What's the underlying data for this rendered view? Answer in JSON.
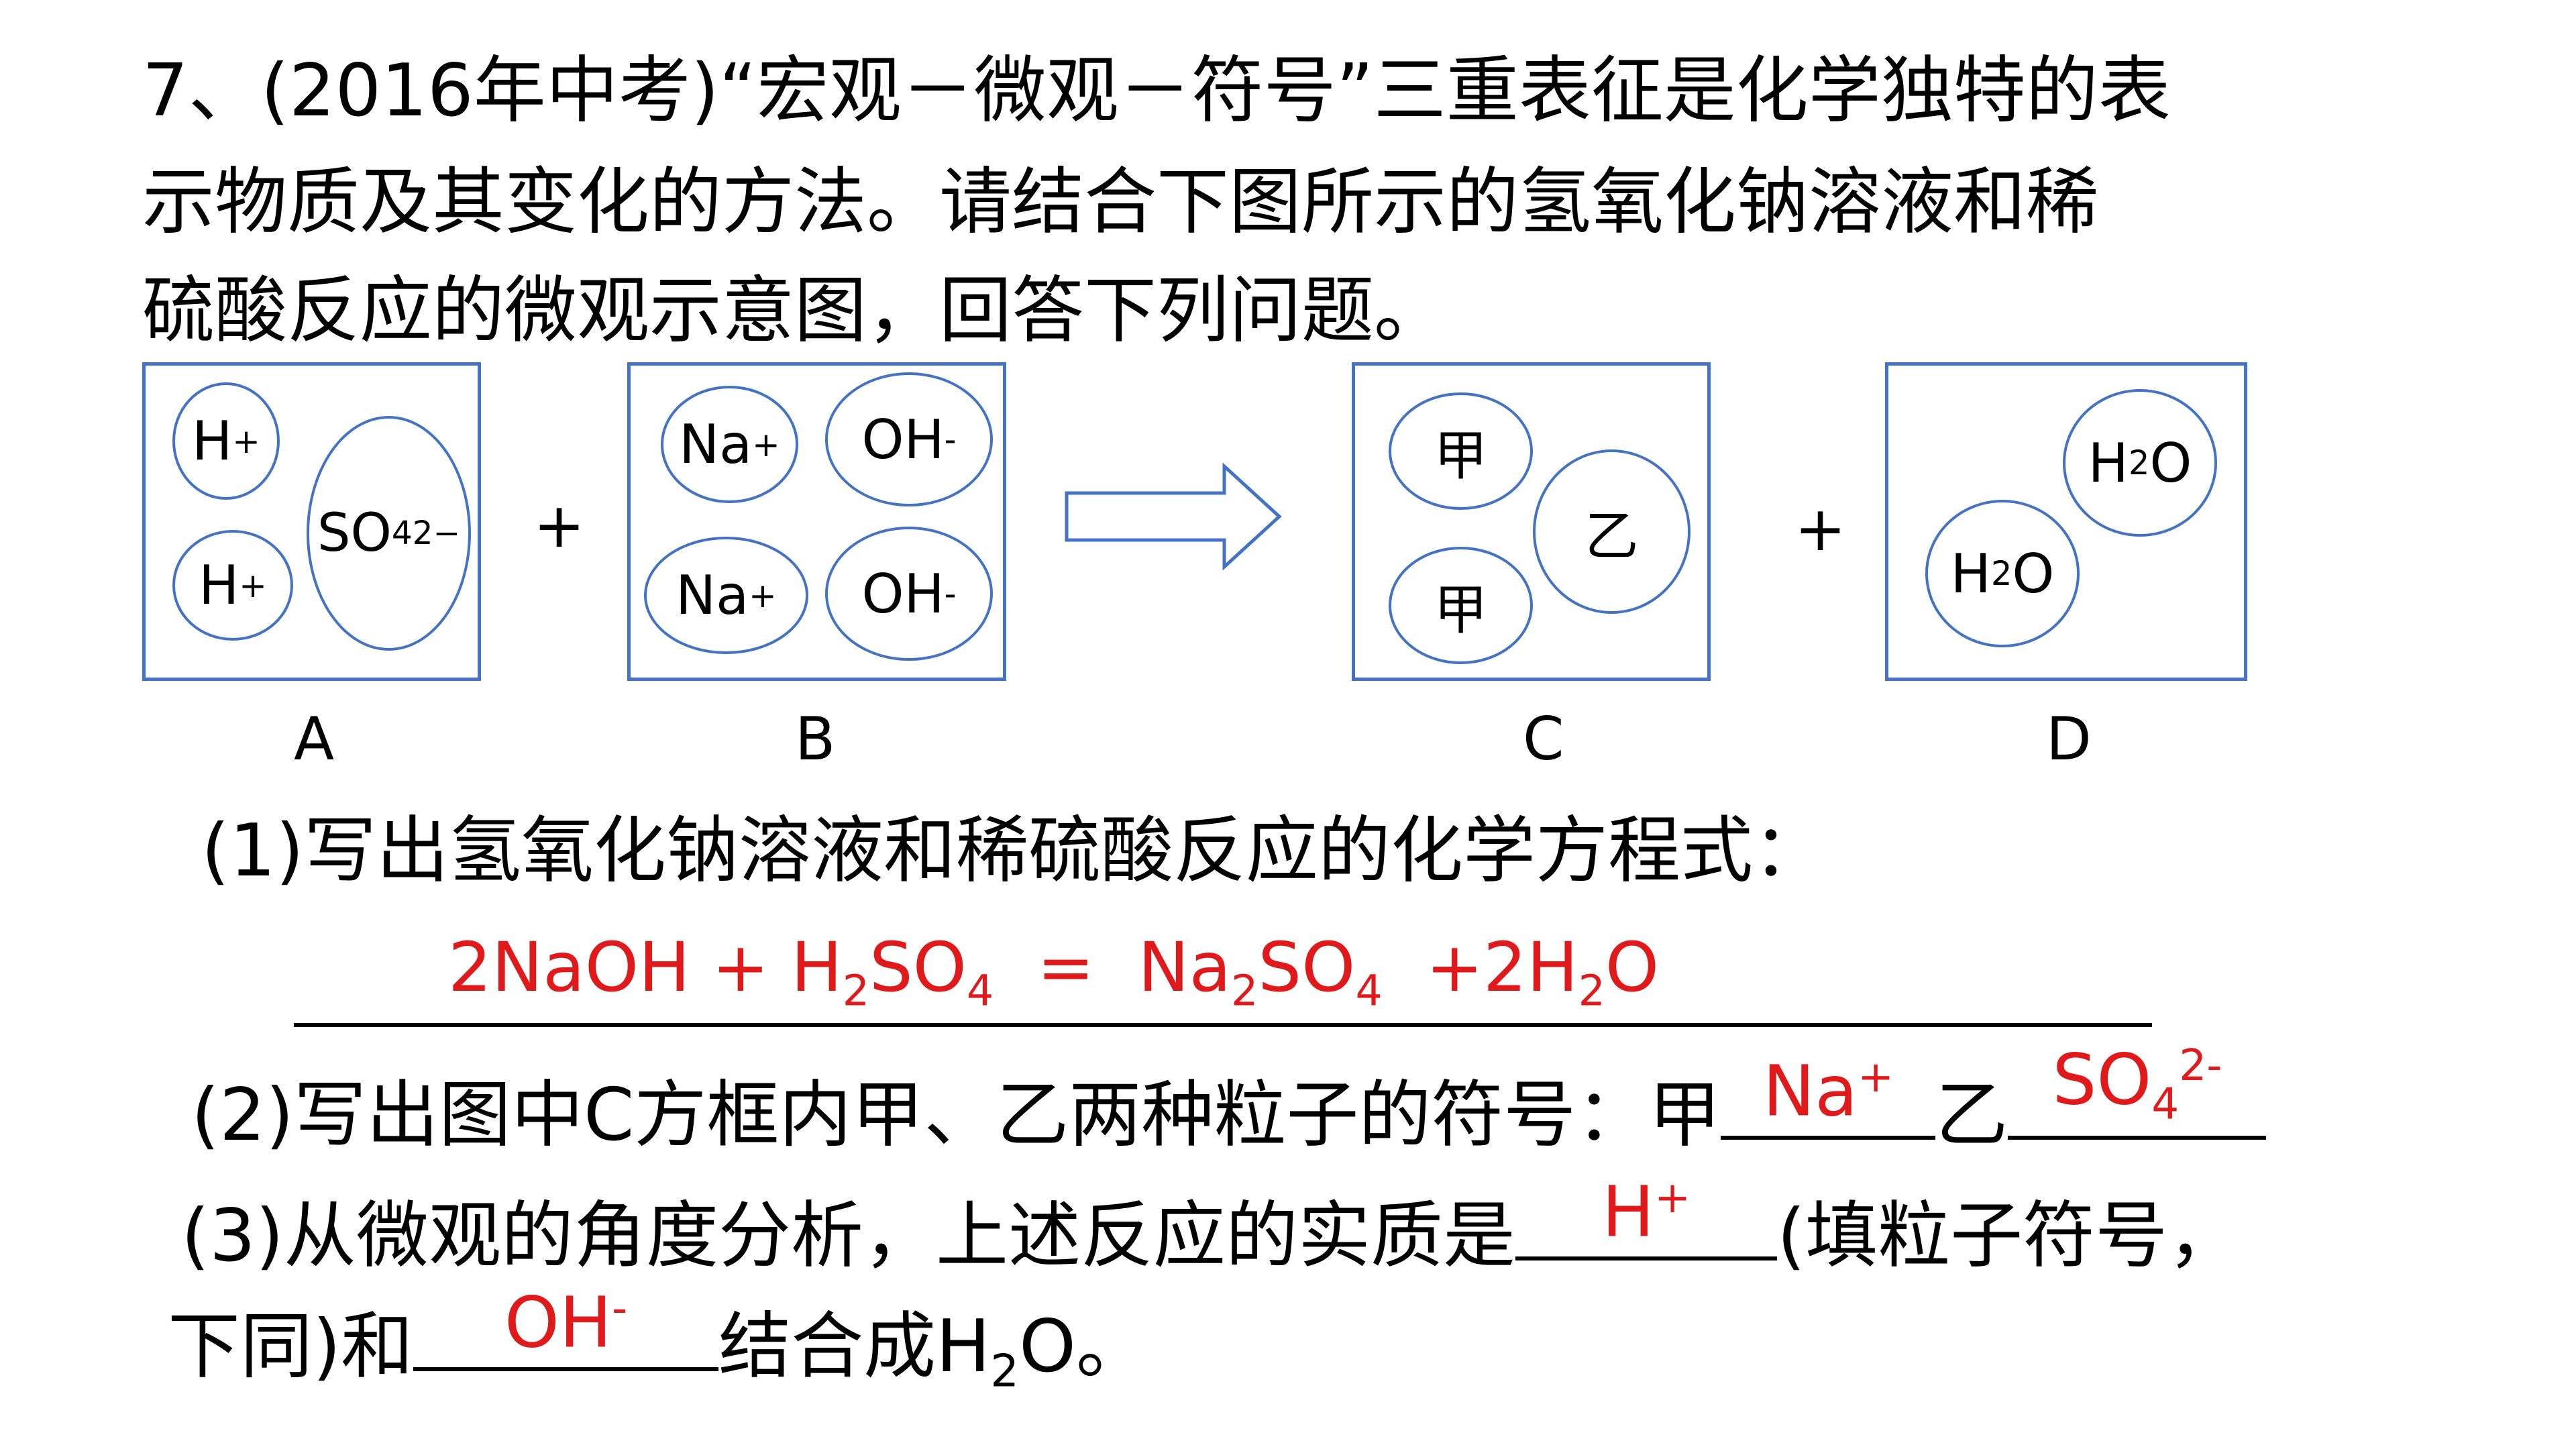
{
  "question": {
    "line1": "7、(2016年中考)“宏观－微观－符号”三重表征是化学独特的表",
    "line2": "示物质及其变化的方法。请结合下图所示的氢氧化钠溶液和稀",
    "line3": "硫酸反应的微观示意图，回答下列问题。"
  },
  "diagram": {
    "box_labels": [
      "A",
      "B",
      "C",
      "D"
    ],
    "plus": "+",
    "A": {
      "h": "H",
      "h_charge": "+",
      "so4_base": "SO",
      "so4_sub": "4",
      "so4_charge": "2−"
    },
    "B": {
      "na": "Na",
      "na_charge": "+",
      "oh": "OH",
      "oh_charge": "-"
    },
    "C": {
      "jia": "甲",
      "yi": "乙"
    },
    "D": {
      "h2o_h": "H",
      "h2o_sub": "2",
      "h2o_o": "O"
    }
  },
  "q1": {
    "prompt": "(1)写出氢氧化钠溶液和稀硫酸反应的化学方程式：",
    "answer": {
      "p1": "2NaOH + H",
      "s1": "2",
      "p2": "SO",
      "s2": "4",
      "p3": "  =  Na",
      "s3": "2",
      "p4": "SO",
      "s4": "4",
      "p5": "  +2H",
      "s5": "2",
      "p6": "O"
    }
  },
  "q2": {
    "prompt": "(2)写出图中C方框内甲、乙两种粒子的符号：甲",
    "mid": "乙",
    "ans1": {
      "base": "Na",
      "charge": "+"
    },
    "ans2": {
      "base": "SO",
      "sub": "4",
      "charge": "2-"
    }
  },
  "q3": {
    "prompt": "(3)从微观的角度分析，上述反应的实质是",
    "tail": "(填粒子符号，",
    "line2_start": "下同)和",
    "line2_end_a": "结合成H",
    "line2_end_sub": "2",
    "line2_end_b": "O。",
    "ans1": {
      "base": "H",
      "charge": "+"
    },
    "ans2": {
      "base": "OH",
      "charge": "-"
    }
  },
  "colors": {
    "box_border": "#4472c4",
    "answer": "#e0191b",
    "text": "#000000"
  }
}
